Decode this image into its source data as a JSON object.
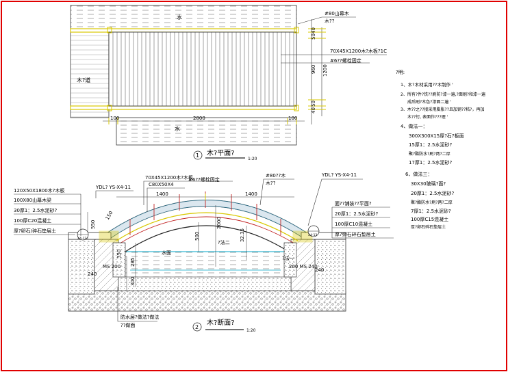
{
  "plan": {
    "water_top": "水",
    "water_bottom": "水",
    "left_side": "木?道",
    "beam_note": "#80山幕木",
    "beam_note2": "木??",
    "deck_note": "70X45X1200木?木板?1C",
    "fix_note": "#6??螺栓固定",
    "dim_top_40": "40",
    "dim_top_50": "50",
    "dim_960": "960",
    "dim_1200": "1200",
    "dim_bot_50": "50",
    "dim_bot_40": "40",
    "dim_100_l": "100",
    "dim_2800": "2800",
    "dim_100_r": "100",
    "title_num": "1",
    "title": "木?平面?",
    "scale": "1:20"
  },
  "section": {
    "l1": "120X50X1800木?木板",
    "l2": "100X80山幕木梁",
    "l3": "30厚1：2.5水泥砂?",
    "l4": "100厚C20混凝土",
    "l5": "厚?卵石/碎石垫层土",
    "ydl_left": "YDL? YS-X4-11",
    "note_deck": "70X45X1200木?木板",
    "note_c": "C80X50X4",
    "note_fix": "#6??螺栓固定",
    "note_beam": "#80??木",
    "note_beam2": "木??",
    "ydl_right": "YDL? YS-X4-11",
    "r1": "面??铺装??平面?",
    "r2": "20厚1：2.5水泥砂?",
    "r3": "100厚C10混凝土",
    "r4": "厚?卵石碎石垫层土",
    "dim_1400_l": "1400",
    "dim_1400_r": "1400",
    "dim_150": "150",
    "dim_550": "550",
    "dim_2000": "2000",
    "dim_500": "500",
    "dim_3235": "32.35",
    "dim_350": "350",
    "dim_285": "285",
    "dim_240_l": "240",
    "dim_240_r": "240",
    "dim_300": "300",
    "water": "水面",
    "detail_l": "?法二",
    "detail_r": "?法一",
    "det_ref_l": "X4-13",
    "det_ref_r": "X4-13",
    "ms_l": "MS 200",
    "ms_r": "200 MS 240",
    "note_bottom1": "防水层?做法?做法",
    "note_bottom2": "??做面",
    "title_num": "2",
    "title": "木?断面?",
    "scale": "1:20"
  },
  "notes": {
    "heading": "?明:",
    "n1a": "1、木?木材采用??木制作 '",
    "n2a": "2、所有?件?铁??刷防?漆一遍,?面刷?和漆一遍",
    "n2b": "成后刷?木色?漆面二遍 '",
    "n3a": "3、木??之??接采用膨胀??且加钢??粘?，再加",
    "n3b": "木??钉, 表面作???理 '",
    "n4": "4、做法一：",
    "n4a": "300X300X15厚?石?板面",
    "n4b": "15厚1：2.5水泥砂?",
    "n4c": "聚?酯防水?刷?两?二厚",
    "n4d": "17厚1：2.5水泥砂?",
    "n6": "6、做法三：",
    "n6a": "30X30玻璃?面?",
    "n6b": "20厚1：2.5水泥砂?",
    "n6c": "聚?酯防水?刷?两?二厚",
    "n6d": "7厚1：2.5水泥砂?",
    "n6e": "100厚C15混凝土",
    "n6f": "厚?卵石碎石垫层土"
  }
}
